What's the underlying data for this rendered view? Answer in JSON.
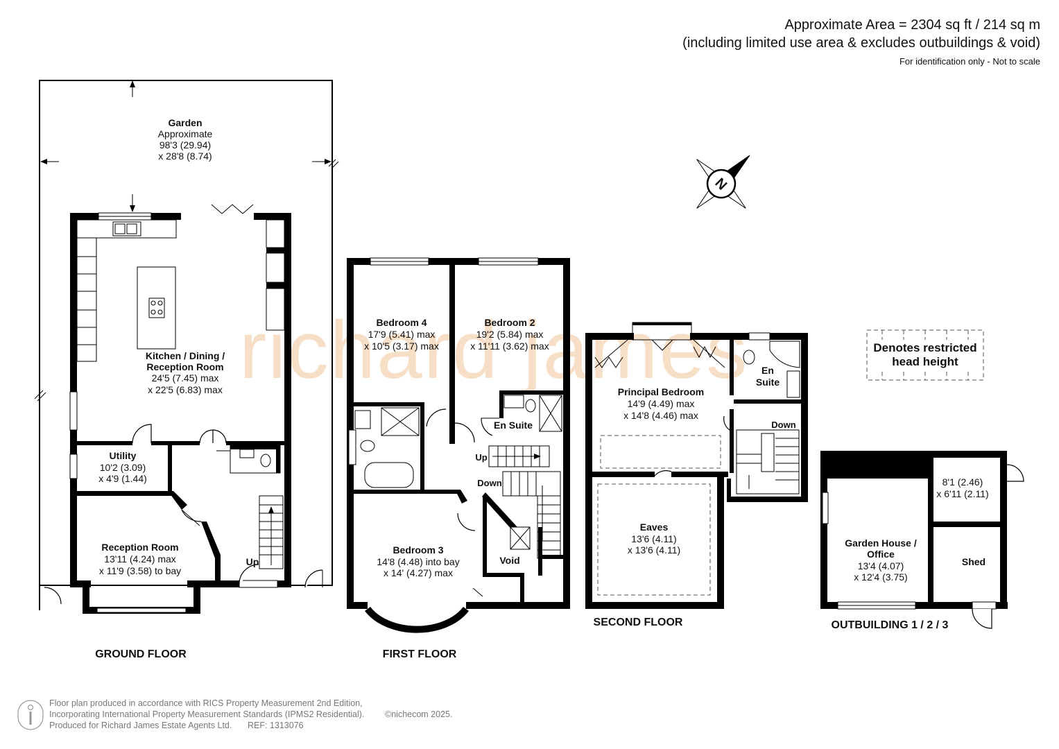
{
  "header": {
    "area_line": "Approximate Area = 2304 sq ft / 214 sq m",
    "area_note": "(including limited use area & excludes outbuildings & void)",
    "id_note": "For identification only - Not to scale"
  },
  "watermark": "richard james",
  "compass": {
    "label": "N"
  },
  "legend": {
    "line1": "Denotes restricted",
    "line2": "head height"
  },
  "ground_floor": {
    "label": "GROUND FLOOR",
    "garden": {
      "name": "Garden",
      "line1": "Approximate",
      "line2": "98'3 (29.94)",
      "line3": "x 28'8 (8.74)"
    },
    "kitchen": {
      "name1": "Kitchen / Dining /",
      "name2": "Reception Room",
      "line1": "24'5 (7.45) max",
      "line2": "x 22'5 (6.83) max"
    },
    "utility": {
      "name": "Utility",
      "line1": "10'2 (3.09)",
      "line2": "x 4'9 (1.44)"
    },
    "reception": {
      "name": "Reception Room",
      "line1": "13'11 (4.24) max",
      "line2": "x 11'9 (3.58) to bay"
    },
    "stairs_up": "Up"
  },
  "first_floor": {
    "label": "FIRST FLOOR",
    "bedroom4": {
      "name": "Bedroom 4",
      "line1": "17'9 (5.41) max",
      "line2": "x 10'5 (3.17) max"
    },
    "bedroom2": {
      "name": "Bedroom 2",
      "line1": "19'2 (5.84) max",
      "line2": "x 11'11 (3.62) max"
    },
    "ensuite": "En Suite",
    "bedroom3": {
      "name": "Bedroom 3",
      "line1": "14'8 (4.48) into bay",
      "line2": "x 14' (4.27) max"
    },
    "void": "Void",
    "stairs_up": "Up",
    "stairs_down": "Down"
  },
  "second_floor": {
    "label": "SECOND FLOOR",
    "principal": {
      "name": "Principal Bedroom",
      "line1": "14'9 (4.49) max",
      "line2": "x 14'8 (4.46) max"
    },
    "ensuite_line1": "En",
    "ensuite_line2": "Suite",
    "eaves": {
      "name": "Eaves",
      "line1": "13'6 (4.11)",
      "line2": "x 13'6 (4.11)"
    },
    "stairs_down": "Down"
  },
  "outbuildings": {
    "label": "OUTBUILDING 1 / 2 / 3",
    "garden_house": {
      "name1": "Garden House /",
      "name2": "Office",
      "line1": "13'4 (4.07)",
      "line2": "x 12'4 (3.75)"
    },
    "store": {
      "line1": "8'1 (2.46)",
      "line2": "x 6'11 (2.11)"
    },
    "shed": "Shed"
  },
  "footer": {
    "line1": "Floor plan produced in accordance with RICS Property Measurement 2nd Edition,",
    "line2": "Incorporating International Property Measurement Standards (IPMS2 Residential).",
    "copyright": "©nichecom 2025.",
    "line3": "Produced for Richard James Estate Agents Ltd.",
    "ref": "REF: 1313076"
  }
}
